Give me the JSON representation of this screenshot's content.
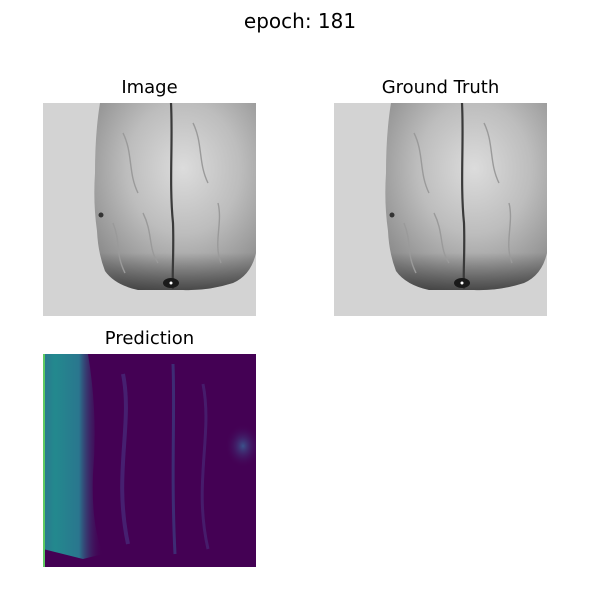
{
  "figure": {
    "title": "epoch: 181"
  },
  "panels": [
    {
      "title": "Image",
      "content": "grayscale-mri-slice"
    },
    {
      "title": "Ground Truth",
      "content": "grayscale-mri-slice"
    },
    {
      "title": "Prediction",
      "content": "viridis-heatmap"
    }
  ],
  "colors": {
    "image_background": "#d3d3d3",
    "viridis_low": "#440154",
    "viridis_high": "#21918c"
  }
}
